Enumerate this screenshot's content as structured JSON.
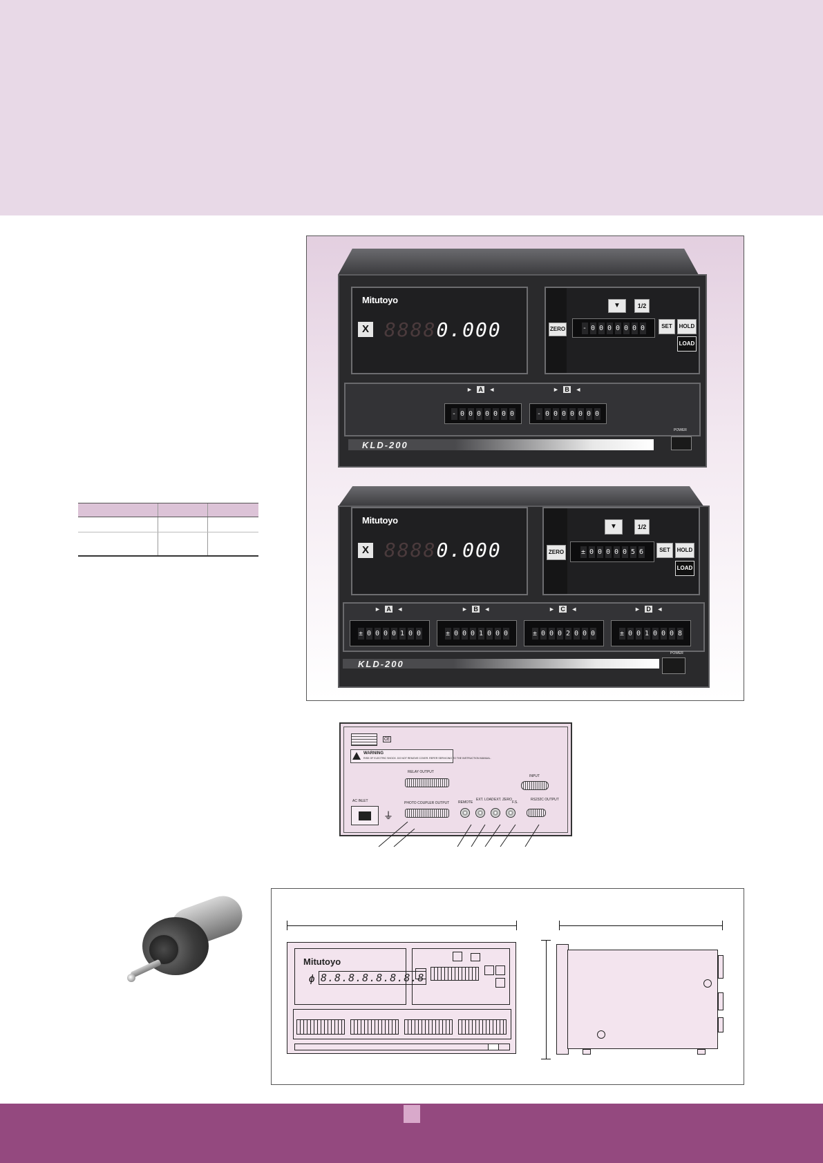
{
  "display_unit_1": {
    "logo": "Mitutoyo",
    "axis": "X",
    "digits_dim": "8888",
    "digits_lit": "0.000",
    "buttons": {
      "zero": "ZERO",
      "half": "1/2",
      "set": "SET",
      "hold": "HOLD",
      "load": "LOAD"
    },
    "preset": [
      "-",
      "0",
      "0",
      "0",
      "0",
      "0",
      "0",
      "0"
    ],
    "band_labels": [
      "A",
      "B"
    ],
    "thumbwheel_a": [
      "-",
      "0",
      "0",
      "0",
      "0",
      "0",
      "0",
      "0"
    ],
    "thumbwheel_b": [
      "-",
      "0",
      "0",
      "0",
      "0",
      "0",
      "0",
      "0"
    ],
    "model": "KLD-200",
    "power_label": "POWER"
  },
  "display_unit_2": {
    "logo": "Mitutoyo",
    "axis": "X",
    "digits_dim": "8888",
    "digits_lit": "0.000",
    "buttons": {
      "zero": "ZERO",
      "half": "1/2",
      "set": "SET",
      "hold": "HOLD",
      "load": "LOAD"
    },
    "preset": [
      "±",
      "0",
      "0",
      "0",
      "0",
      "0",
      "5",
      "6"
    ],
    "band_labels": [
      "A",
      "B",
      "C",
      "D"
    ],
    "thumbwheels": [
      [
        "±",
        "0",
        "0",
        "0",
        "0",
        "1",
        "0",
        "0"
      ],
      [
        "±",
        "0",
        "0",
        "0",
        "1",
        "0",
        "0",
        "0"
      ],
      [
        "±",
        "0",
        "0",
        "0",
        "2",
        "0",
        "0",
        "0"
      ],
      [
        "±",
        "0",
        "0",
        "1",
        "0",
        "0",
        "0",
        "8"
      ]
    ],
    "model": "KLD-200",
    "power_label": "POWER"
  },
  "rear_panel": {
    "warning_title": "WARNING",
    "warning_text": "RISK OF ELECTRIC SHOCK. DO NOT REMOVE COVER. REFER SERVICING TO THE INSTRUCTION MANUAL.",
    "relay_output": "RELAY OUTPUT",
    "photo_coupler": "PHOTO COUPLER OUTPUT",
    "input": "INPUT",
    "ac_inlet": "AC INLET",
    "connectors": [
      "REMOTE",
      "EXT. LOAD",
      "EXT. ZERO",
      "F.S.",
      "RS232C OUTPUT"
    ]
  },
  "drawing": {
    "logo": "Mitutoyo",
    "digits": "8.8.8.8.8.8.8.8"
  }
}
